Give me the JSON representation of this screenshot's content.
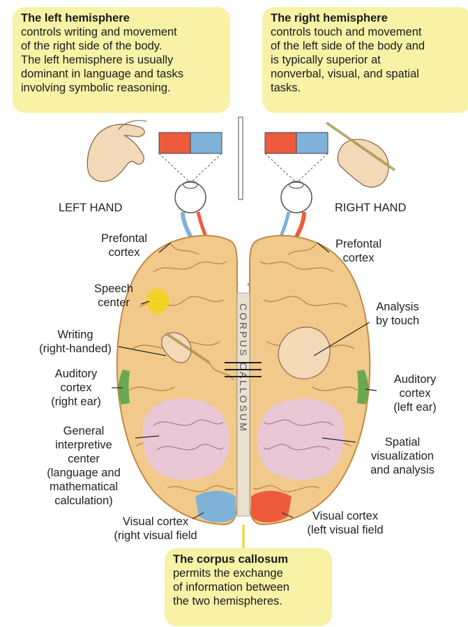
{
  "left_box": {
    "title": "The left hemisphere",
    "body": "controls writing and movement\nof the right side of the body.\nThe left hemisphere is  usually\ndominant in language and tasks\ninvolving symbolic reasoning."
  },
  "right_box": {
    "title": "The right hemisphere",
    "body": "controls touch and movement\nof the left  side of the body and\nis typically superior at\nnonverbal, visual, and spatial\ntasks."
  },
  "corpus_box": {
    "title": "The corpus callosum",
    "body": "permits the exchange\nof information between\nthe two hemispheres."
  },
  "labels": {
    "left_hand": "LEFT HAND",
    "right_hand": "RIGHT HAND",
    "prefontal_left": "Prefontal\ncortex",
    "prefontal_right": "Prefontal\ncortex",
    "speech": "Speech\ncenter",
    "writing": "Writing\n(right-handed)",
    "auditory_left": "Auditory\ncortex\n(right ear)",
    "general": "General\ninterpretive\ncenter\n(language and\nmathematical\ncalculation)",
    "visual_left": "Visual cortex\n(right visual field",
    "analysis": "Analysis\nby touch",
    "auditory_right": "Auditory\ncortex\n(left ear)",
    "spatial": "Spatial\nvisualization\nand analysis",
    "visual_right": "Visual cortex\n(left visual field",
    "corpus_vertical": "CORPUS CALLOSUM"
  },
  "colors": {
    "box_bg": "#f7f2a6",
    "brain": "#f1c98a",
    "brain_dark": "#c08a45",
    "red": "#ee5b3c",
    "blue": "#7fb2d8",
    "green": "#6aa84f",
    "pink": "#e8c6dc",
    "yellow": "#f2d31b"
  }
}
